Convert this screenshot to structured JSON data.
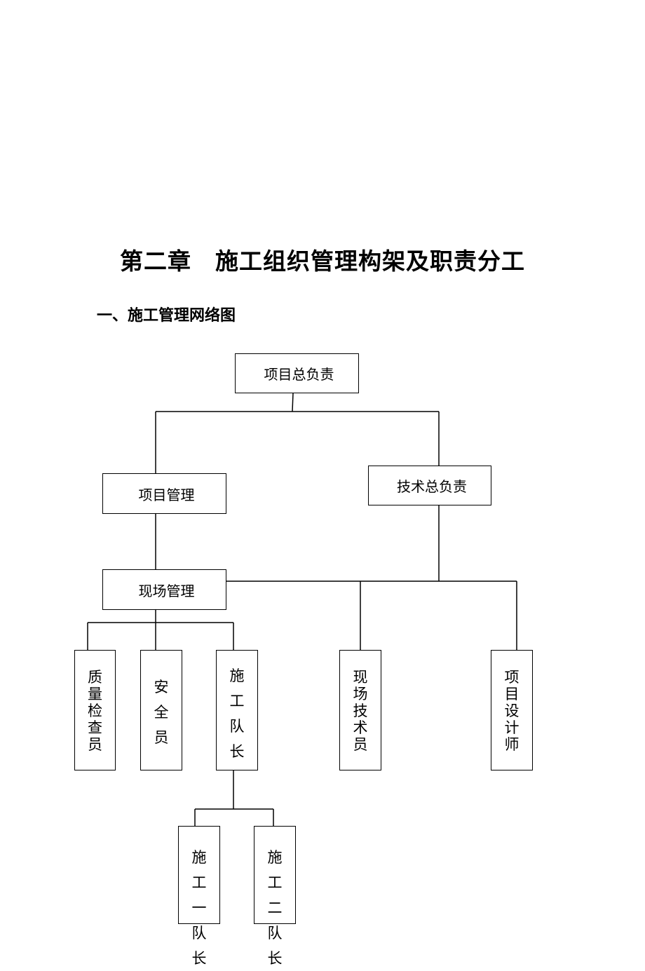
{
  "chapter_title": "第二章　施工组织管理构架及职责分工",
  "section_title": "一、施工管理网络图",
  "org_chart": {
    "project_head": "项目总负责",
    "project_management": "项目管理",
    "technical_head": "技术总负责",
    "site_management": "现场管理",
    "quality_inspector": "质量检查员",
    "safety_officer": "安全员",
    "construction_captain": "施工队长",
    "site_technician": "现场技术员",
    "project_designer": "项目设计师",
    "team_one": "施工一队长",
    "team_two": "施工二队长"
  }
}
